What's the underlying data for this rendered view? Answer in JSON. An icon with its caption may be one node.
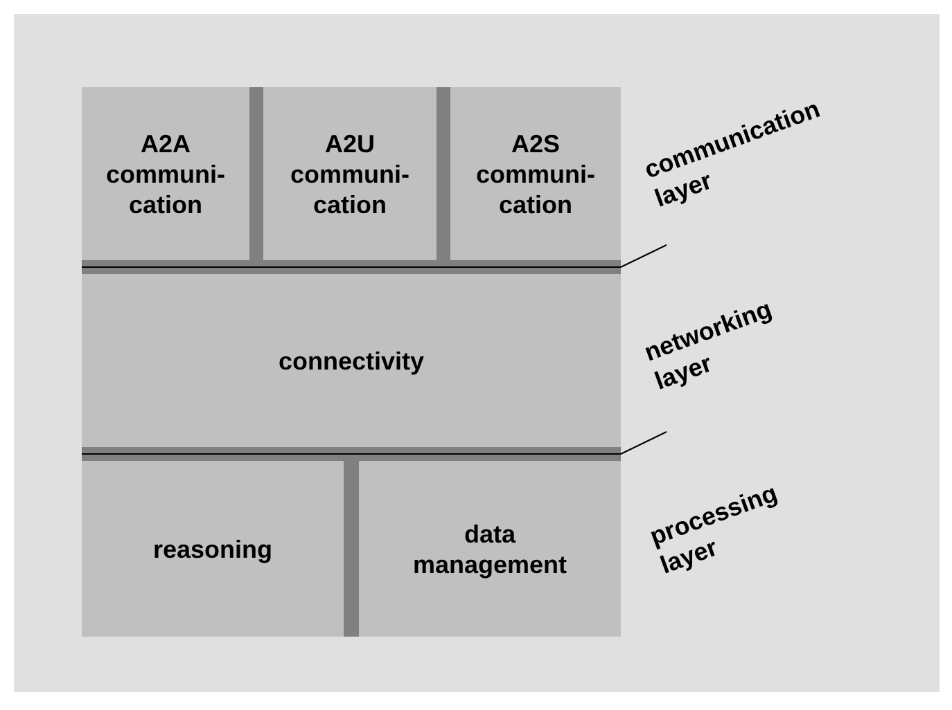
{
  "diagram": {
    "nodes": [
      {
        "text": [
          "A2A communi- cation"
        ]
      },
      {
        "text": [
          "A2U communi- cation"
        ]
      },
      {
        "text": [
          "A2S communi- cation"
        ]
      },
      {
        "text": [
          "connectivity"
        ]
      },
      {
        "text": [
          "reasoning"
        ]
      },
      {
        "text": [
          "data management"
        ]
      }
    ],
    "labels": [
      "communication layer",
      "networking layer",
      "processing layer"
    ]
  }
}
